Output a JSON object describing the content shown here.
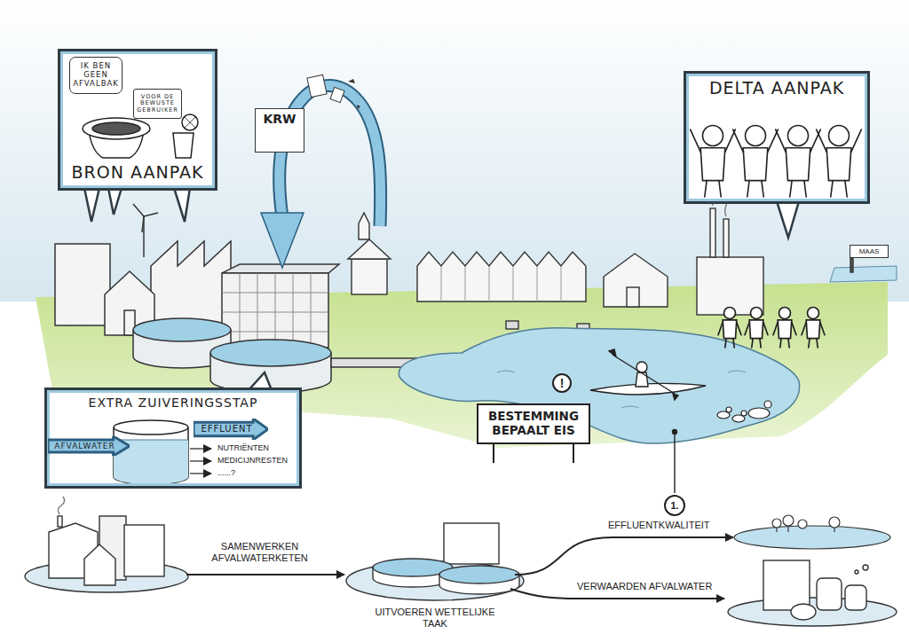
{
  "diagram": {
    "nodes": [
      {
        "text": [
          "BRON AANPAK"
        ]
      },
      {
        "text": [
          "IK BEN GEEN AFVALBAK"
        ],
        "in": 0
      },
      {
        "text": [
          "VOOR DE BEWUSTE GEBRUIKER"
        ],
        "in": 0
      },
      {
        "text": [
          "KRW"
        ]
      },
      {
        "text": [
          "DELTA AANPAK"
        ]
      },
      {
        "text": [
          "MAAS"
        ]
      },
      {
        "text": [
          "EXTRA ZUIVERINGSSTAP"
        ]
      },
      {
        "text": [
          "AFVALWATER"
        ],
        "in": 6
      },
      {
        "text": [
          "EFFLUENT"
        ],
        "in": 6
      },
      {
        "text": [
          "!"
        ]
      },
      {
        "text": [
          "BESTEMMING BEPAALT EIS"
        ]
      },
      {
        "text": [
          "1."
        ]
      },
      {
        "text": [
          "UITVOEREN WETTELIJKE TAAK"
        ]
      }
    ],
    "labels": [
      "NUTRIËNTEN",
      "MEDICIJNRESTEN",
      "......?",
      "SAMENWERKEN AFVALWATERKETEN",
      "EFFLUENTKWALITEIT",
      "VERWAARDEN AFVALWATER"
    ]
  }
}
